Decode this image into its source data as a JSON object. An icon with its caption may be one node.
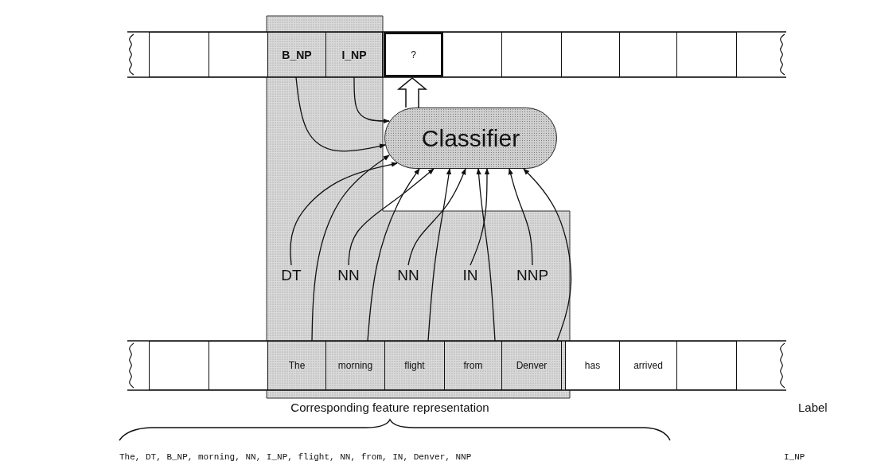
{
  "diagram": {
    "nodes": [
      {
        "text": [],
        "shape": "box"
      },
      {
        "text": [],
        "shape": "box"
      },
      {
        "text": [
          "B_NP"
        ]
      },
      {
        "text": [
          "I_NP"
        ]
      },
      {
        "text": [
          "?"
        ]
      },
      {
        "text": [],
        "shape": "box"
      },
      {
        "text": [],
        "shape": "box"
      },
      {
        "text": [],
        "shape": "box"
      },
      {
        "text": [],
        "shape": "box"
      },
      {
        "text": [],
        "shape": "box"
      },
      {
        "text": [
          "Classifier"
        ]
      },
      {
        "text": [
          "DT"
        ]
      },
      {
        "text": [
          "NN"
        ]
      },
      {
        "text": [
          "NN"
        ]
      },
      {
        "text": [
          "IN"
        ]
      },
      {
        "text": [
          "NNP"
        ]
      },
      {
        "text": [],
        "shape": "box"
      },
      {
        "text": [],
        "shape": "box"
      },
      {
        "text": [
          "The"
        ]
      },
      {
        "text": [
          "morning"
        ]
      },
      {
        "text": [
          "flight"
        ]
      },
      {
        "text": [
          "from"
        ]
      },
      {
        "text": [
          "Denver"
        ]
      },
      {
        "text": [
          "has"
        ]
      },
      {
        "text": [
          "arrived"
        ]
      },
      {
        "text": [],
        "shape": "box"
      }
    ],
    "edges": [
      {
        "from": 2,
        "to": 10,
        "arrow": "to"
      },
      {
        "from": 3,
        "to": 10,
        "arrow": "to"
      },
      {
        "from": 18,
        "to": 10,
        "arrow": "to"
      },
      {
        "from": 11,
        "to": 10,
        "arrow": "to"
      },
      {
        "from": 19,
        "to": 10,
        "arrow": "to"
      },
      {
        "from": 12,
        "to": 10,
        "arrow": "to"
      },
      {
        "from": 20,
        "to": 10,
        "arrow": "to"
      },
      {
        "from": 13,
        "to": 10,
        "arrow": "to"
      },
      {
        "from": 21,
        "to": 10,
        "arrow": "to"
      },
      {
        "from": 14,
        "to": 10,
        "arrow": "to"
      },
      {
        "from": 22,
        "to": 10,
        "arrow": "to"
      },
      {
        "from": 15,
        "to": 10,
        "arrow": "to"
      },
      {
        "from": 10,
        "to": 4,
        "arrow": "to",
        "style": "thick"
      }
    ],
    "labels": [
      "Corresponding feature representation",
      "Label",
      "The, DT, B_NP, morning, NN, I_NP, flight, NN, from, IN, Denver, NNP",
      "I_NP"
    ]
  }
}
